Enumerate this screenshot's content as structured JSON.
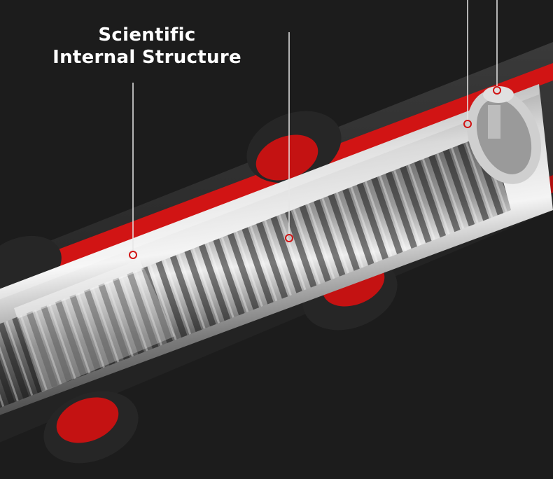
{
  "headline": {
    "line1": "Scientific",
    "line2": "Internal Structure"
  },
  "colors": {
    "background": "#1c1c1c",
    "accent_red": "#d11414",
    "foam_black": "#2a2a2a",
    "callout_line": "#e6e6e6"
  },
  "callouts": [
    {
      "name": "inner-tube-callout"
    },
    {
      "name": "lead-screw-callout"
    },
    {
      "name": "screw-nut-callout"
    },
    {
      "name": "end-screw-callout"
    }
  ]
}
